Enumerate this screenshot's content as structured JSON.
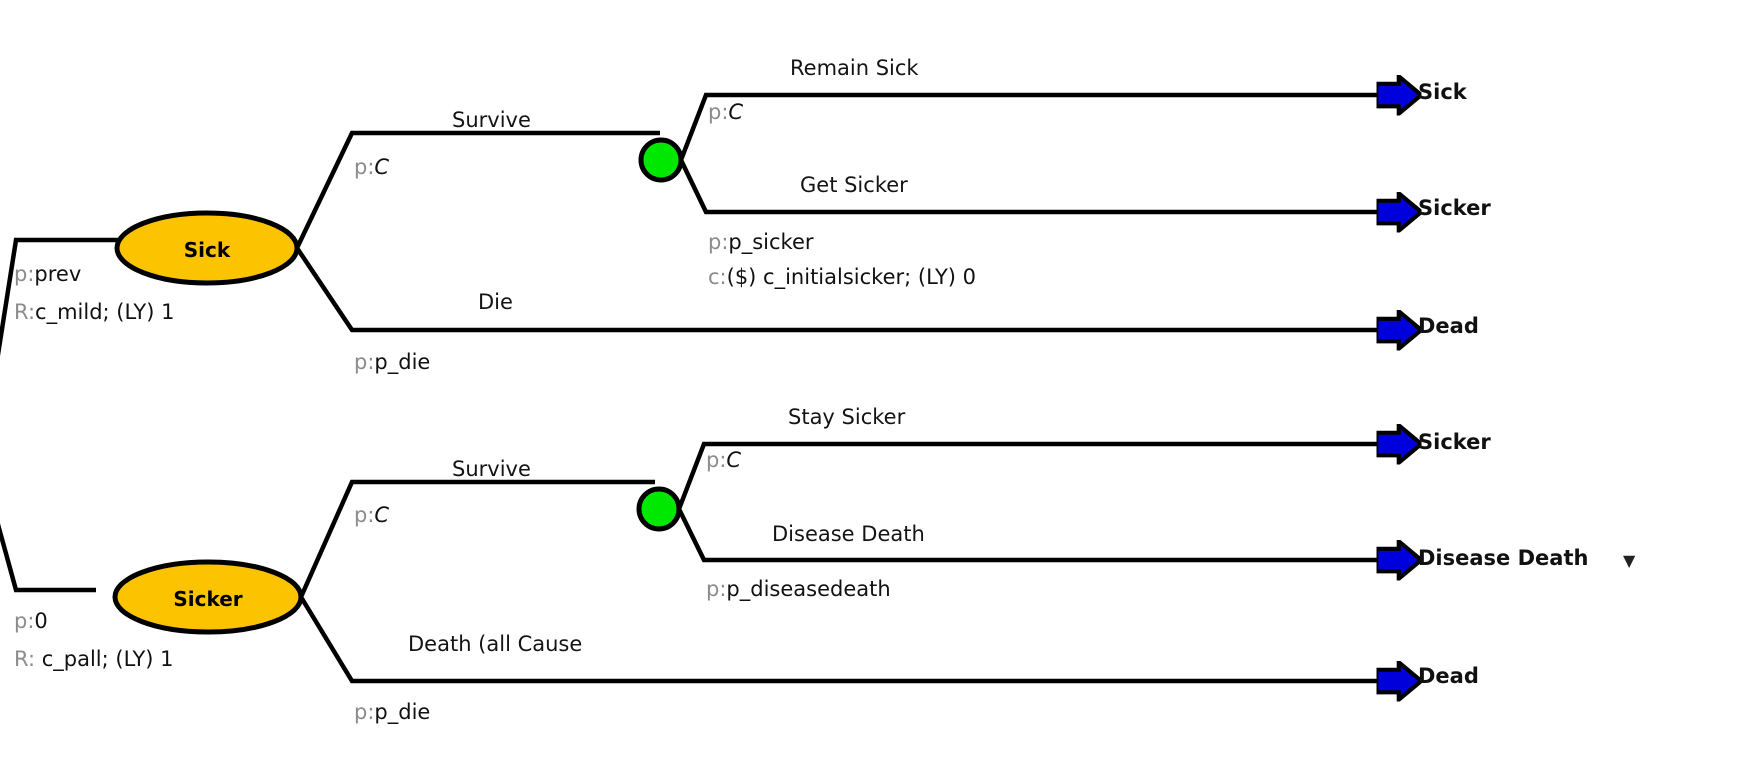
{
  "diagram": {
    "type": "decision-tree",
    "title": "Markov state transition decision tree",
    "colors": {
      "state_node_fill": "#FCC300",
      "state_node_stroke": "#000000",
      "chance_node_fill": "#00E800",
      "chance_node_stroke": "#000000",
      "terminal_arrow_fill": "#0000DD",
      "terminal_arrow_stroke": "#000000",
      "branch_line": "#000000",
      "prefix_text": "#8C8C8C",
      "body_text": "#111111",
      "background": "#FFFFFF"
    },
    "subtrees": [
      {
        "id": "sick-subtree",
        "root_node": {
          "name": "Sick",
          "shape": "ellipse",
          "incoming": {
            "prob_prefix": "p:",
            "prob_value": "prev",
            "reward_prefix": "R:",
            "reward_value": "c_mild; (LY) 1"
          }
        },
        "branches": [
          {
            "id": "survive",
            "name": "Survive",
            "prob_prefix": "p:",
            "prob_value": "C",
            "prob_italic": true,
            "child": {
              "type": "chance",
              "branches": [
                {
                  "id": "remain-sick",
                  "name": "Remain Sick",
                  "prob_prefix": "p:",
                  "prob_value": "C",
                  "prob_italic": true,
                  "terminal": "Sick"
                },
                {
                  "id": "get-sicker",
                  "name": "Get Sicker",
                  "prob_prefix": "p:",
                  "prob_value": "p_sicker",
                  "prob_italic": false,
                  "cost_prefix": "c:",
                  "cost_value": "($) c_initialsicker; (LY) 0",
                  "terminal": "Sicker"
                }
              ]
            }
          },
          {
            "id": "die",
            "name": "Die",
            "prob_prefix": "p:",
            "prob_value": "p_die",
            "prob_italic": false,
            "terminal": "Dead"
          }
        ]
      },
      {
        "id": "sicker-subtree",
        "root_node": {
          "name": "Sicker",
          "shape": "ellipse",
          "incoming": {
            "prob_prefix": "p:",
            "prob_value": "0",
            "reward_prefix": "R:",
            "reward_value": " c_pall; (LY) 1"
          }
        },
        "branches": [
          {
            "id": "survive-2",
            "name": "Survive",
            "prob_prefix": "p:",
            "prob_value": "C",
            "prob_italic": true,
            "child": {
              "type": "chance",
              "branches": [
                {
                  "id": "stay-sicker",
                  "name": "Stay Sicker",
                  "prob_prefix": "p:",
                  "prob_value": "C",
                  "prob_italic": true,
                  "terminal": "Sicker"
                },
                {
                  "id": "disease-death",
                  "name": "Disease Death",
                  "prob_prefix": "p:",
                  "prob_value": "p_diseasedeath",
                  "prob_italic": false,
                  "terminal": "Disease Death",
                  "has_dropdown": true,
                  "dropdown_glyph": "▼"
                }
              ]
            }
          },
          {
            "id": "death-all-cause",
            "name": "Death (all Cause",
            "prob_prefix": "p:",
            "prob_value": "p_die",
            "prob_italic": false,
            "terminal": "Dead"
          }
        ]
      }
    ]
  }
}
